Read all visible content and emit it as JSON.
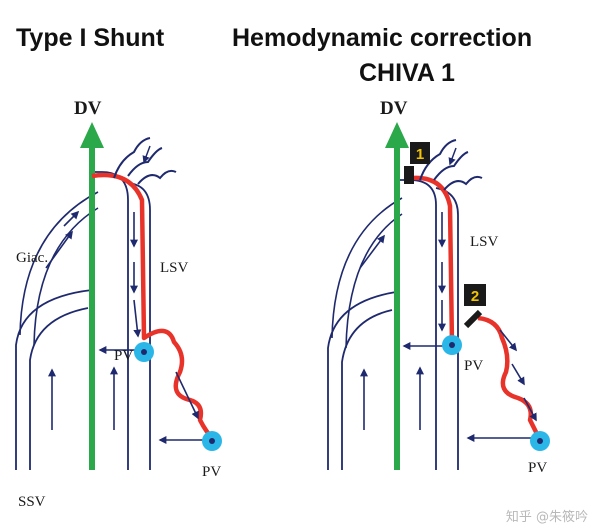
{
  "titles": {
    "left": "Type I Shunt",
    "right_line1": "Hemodynamic correction",
    "right_line2": "CHIVA 1"
  },
  "left_panel": {
    "dv_label": "DV",
    "giac_label": "Giac.",
    "lsv_label": "LSV",
    "pv_upper_label": "PV",
    "pv_lower_label": "PV",
    "ssv_label": "SSV"
  },
  "right_panel": {
    "dv_label": "DV",
    "lsv_label": "LSV",
    "pv_upper_label": "PV",
    "pv_lower_label": "PV",
    "ligation_1": "1",
    "ligation_2": "2"
  },
  "watermark": "知乎 @朱筱吟",
  "colors": {
    "deep_vein": "#2aa84a",
    "shunt_vein": "#e8332a",
    "outline": "#1f2a6e",
    "perforator": "#2bb6e8",
    "marker_fill": "#1a1a1a",
    "marker_text": "#f5c400"
  }
}
